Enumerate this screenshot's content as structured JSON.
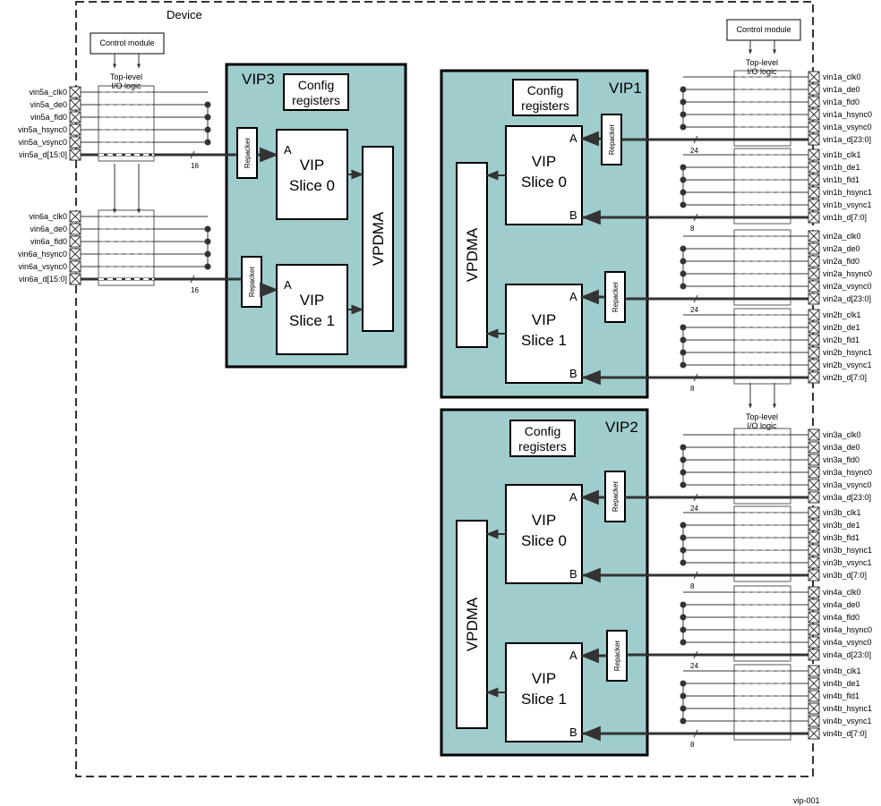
{
  "device_label": "Device",
  "figure_id": "vip-001",
  "control_module_label": "Control module",
  "io_logic_label": [
    "Top-level",
    "I/O logic"
  ],
  "config_label": [
    "Config",
    "registers"
  ],
  "vpdma_label": "VPDMA",
  "repacker_label": "Repacker",
  "slice_names": [
    [
      "VIP",
      "Slice 0"
    ],
    [
      "VIP",
      "Slice 1"
    ]
  ],
  "port_a": "A",
  "port_b": "B",
  "vips": [
    {
      "name": "VIP3"
    },
    {
      "name": "VIP1"
    },
    {
      "name": "VIP2"
    }
  ],
  "left_ports": [
    {
      "pins": [
        "vin5a_clk0",
        "vin5a_de0",
        "vin5a_fld0",
        "vin5a_hsync0",
        "vin5a_vsync0",
        "vin5a_d[15:0]"
      ],
      "bus_width": "16"
    },
    {
      "pins": [
        "vin6a_clk0",
        "vin6a_de0",
        "vin6a_fld0",
        "vin6a_hsync0",
        "vin6a_vsync0",
        "vin6a_d[15:0]"
      ],
      "bus_width": "16"
    }
  ],
  "right_ports": [
    {
      "pins": [
        "vin1a_clk0",
        "vin1a_de0",
        "vin1a_fld0",
        "vin1a_hsync0",
        "vin1a_vsync0",
        "vin1a_d[23:0]"
      ],
      "bus_width": "24"
    },
    {
      "pins": [
        "vin1b_clk1",
        "vin1b_de1",
        "vin1b_fld1",
        "vin1b_hsync1",
        "vin1b_vsync1",
        "vin1b_d[7:0]"
      ],
      "bus_width": "8"
    },
    {
      "pins": [
        "vin2a_clk0",
        "vin2a_de0",
        "vin2a_fld0",
        "vin2a_hsync0",
        "vin2a_vsync0",
        "vin2a_d[23:0]"
      ],
      "bus_width": "24"
    },
    {
      "pins": [
        "vin2b_clk1",
        "vin2b_de1",
        "vin2b_fld1",
        "vin2b_hsync1",
        "vin2b_vsync1",
        "vin2b_d[7:0]"
      ],
      "bus_width": "8"
    },
    {
      "pins": [
        "vin3a_clk0",
        "vin3a_de0",
        "vin3a_fld0",
        "vin3a_hsync0",
        "vin3a_vsync0",
        "vin3a_d[23:0]"
      ],
      "bus_width": "24"
    },
    {
      "pins": [
        "vin3b_clk1",
        "vin3b_de1",
        "vin3b_fld1",
        "vin3b_hsync1",
        "vin3b_vsync1",
        "vin3b_d[7:0]"
      ],
      "bus_width": "8"
    },
    {
      "pins": [
        "vin4a_clk0",
        "vin4a_de0",
        "vin4a_fld0",
        "vin4a_hsync0",
        "vin4a_vsync0",
        "vin4a_d[23:0]"
      ],
      "bus_width": "24"
    },
    {
      "pins": [
        "vin4b_clk1",
        "vin4b_de1",
        "vin4b_fld1",
        "vin4b_hsync1",
        "vin4b_vsync1",
        "vin4b_d[7:0]"
      ],
      "bus_width": "8"
    }
  ],
  "colors": {
    "vip_fill": "#9fcccd",
    "stroke": "#000000",
    "line": "#333333",
    "background": "#ffffff"
  }
}
